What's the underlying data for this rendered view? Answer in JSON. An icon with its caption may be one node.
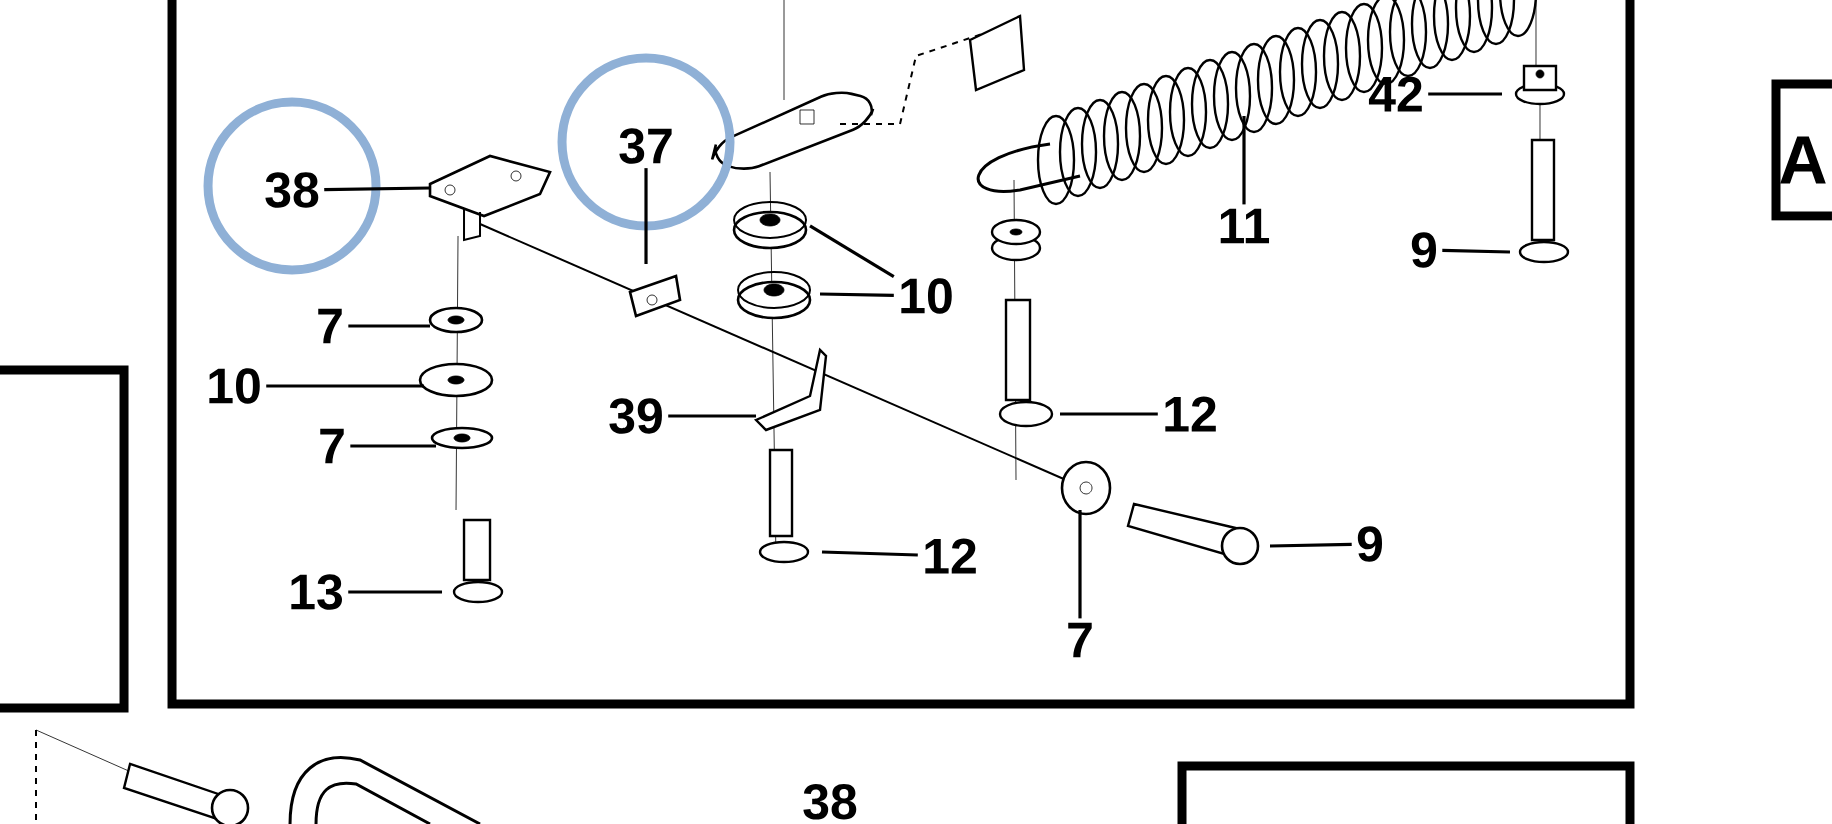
{
  "diagram": {
    "nodes": [
      {
        "text": [
          "42"
        ]
      },
      {
        "text": [
          "37"
        ]
      },
      {
        "text": [
          "38"
        ]
      },
      {
        "text": [
          "11"
        ]
      },
      {
        "text": [
          "9"
        ]
      },
      {
        "text": [
          "10"
        ]
      },
      {
        "text": [
          "7"
        ]
      },
      {
        "text": [
          "10"
        ]
      },
      {
        "text": [
          "12"
        ]
      },
      {
        "text": [
          "39"
        ]
      },
      {
        "text": [
          "7"
        ]
      },
      {
        "text": [
          "9"
        ]
      },
      {
        "text": [
          "12"
        ]
      },
      {
        "text": [
          "13"
        ]
      },
      {
        "text": [
          "7"
        ]
      }
    ],
    "edges": [
      {
        "from": 0,
        "to": null,
        "arrow": "none"
      },
      {
        "from": 1,
        "to": null,
        "arrow": "none"
      },
      {
        "from": 2,
        "to": null,
        "arrow": "none"
      },
      {
        "from": 3,
        "to": null,
        "arrow": "none"
      },
      {
        "from": 4,
        "to": null,
        "arrow": "none"
      },
      {
        "from": 5,
        "to": null,
        "arrow": "none"
      },
      {
        "from": 5,
        "to": null,
        "arrow": "none"
      },
      {
        "from": 6,
        "to": null,
        "arrow": "none"
      },
      {
        "from": 7,
        "to": null,
        "arrow": "none"
      },
      {
        "from": 8,
        "to": null,
        "arrow": "none"
      },
      {
        "from": 9,
        "to": null,
        "arrow": "none"
      },
      {
        "from": 10,
        "to": null,
        "arrow": "none"
      },
      {
        "from": 11,
        "to": null,
        "arrow": "none"
      },
      {
        "from": 12,
        "to": null,
        "arrow": "none"
      },
      {
        "from": 13,
        "to": null,
        "arrow": "none"
      },
      {
        "from": 14,
        "to": null,
        "arrow": "none"
      }
    ],
    "labels": [
      "A",
      "38"
    ]
  }
}
